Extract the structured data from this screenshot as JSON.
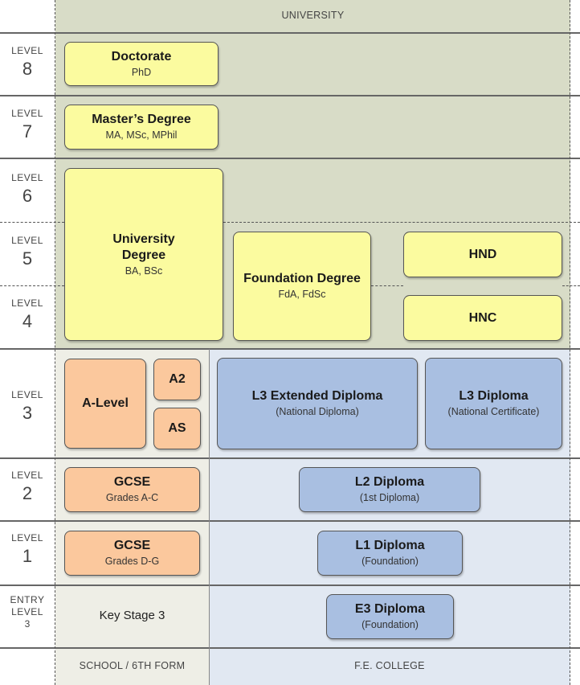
{
  "header": {
    "university": "UNIVERSITY"
  },
  "levels": [
    {
      "word": "LEVEL",
      "num": "8"
    },
    {
      "word": "LEVEL",
      "num": "7"
    },
    {
      "word": "LEVEL",
      "num": "6"
    },
    {
      "word": "LEVEL",
      "num": "5"
    },
    {
      "word": "LEVEL",
      "num": "4"
    },
    {
      "word": "LEVEL",
      "num": "3"
    },
    {
      "word": "LEVEL",
      "num": "2"
    },
    {
      "word": "LEVEL",
      "num": "1"
    },
    {
      "word1": "ENTRY",
      "word2": "LEVEL",
      "num": "3"
    }
  ],
  "qualifications": {
    "doctorate": {
      "title": "Doctorate",
      "sub": "PhD"
    },
    "masters": {
      "title": "Master’s Degree",
      "sub": "MA, MSc, MPhil"
    },
    "university_degree": {
      "title1": "University",
      "title2": "Degree",
      "sub": "BA, BSc"
    },
    "foundation_degree": {
      "title": "Foundation Degree",
      "sub": "FdA, FdSc"
    },
    "hnd": {
      "title": "HND"
    },
    "hnc": {
      "title": "HNC"
    },
    "a_level": {
      "title": "A-Level"
    },
    "a2": {
      "title": "A2"
    },
    "as": {
      "title": "AS"
    },
    "l3_extended": {
      "title": "L3 Extended Diploma",
      "sub": "(National Diploma)"
    },
    "l3_diploma": {
      "title": "L3 Diploma",
      "sub": "(National Certificate)"
    },
    "gcse_ac": {
      "title": "GCSE",
      "sub": "Grades A-C"
    },
    "l2_diploma": {
      "title": "L2 Diploma",
      "sub": "(1st Diploma)"
    },
    "gcse_dg": {
      "title": "GCSE",
      "sub": "Grades D-G"
    },
    "l1_diploma": {
      "title": "L1 Diploma",
      "sub": "(Foundation)"
    },
    "key_stage_3": {
      "title": "Key Stage 3"
    },
    "e3_diploma": {
      "title": "E3 Diploma",
      "sub": "(Foundation)"
    }
  },
  "footer": {
    "school": "SCHOOL / 6TH FORM",
    "fe": "F.E. COLLEGE"
  },
  "colors": {
    "university_bg": "#d8dcc7",
    "school_bg": "#eeeee6",
    "fe_bg": "#e1e8f2",
    "yellow": "#fbfb9f",
    "orange": "#fbc89d",
    "blue": "#a9bfe1"
  }
}
